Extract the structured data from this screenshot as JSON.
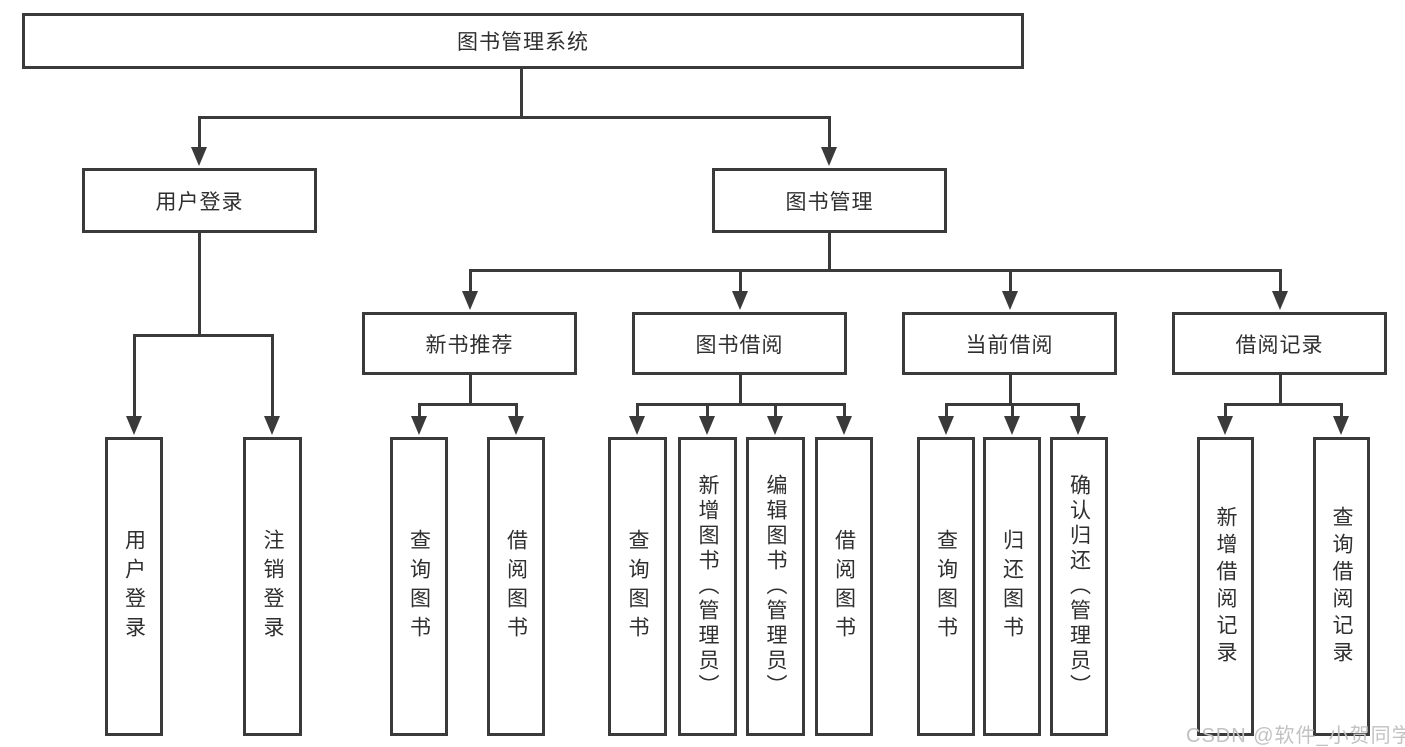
{
  "colors": {
    "line": "#3a3a3a",
    "box_border": "#3a3a3a",
    "text": "#2f2f2f",
    "watermark": "#c2c2c2",
    "background": "#ffffff"
  },
  "nodes": {
    "root": "图书管理系统",
    "user_login": "用户登录",
    "book_mgmt": "图书管理",
    "new_book_rec": "新书推荐",
    "book_borrowing": "图书借阅",
    "current_borrowing": "当前借阅",
    "borrowing_records": "借阅记录",
    "leaf_user_login": "用户登录",
    "leaf_logout": "注销登录",
    "leaf_nbr_search_book": "查询图书",
    "leaf_nbr_borrow_book": "借阅图书",
    "leaf_bb_search_book": "查询图书",
    "leaf_bb_add_book": "新增图书（管理员）",
    "leaf_bb_edit_book": "编辑图书（管理员）",
    "leaf_bb_borrow_book": "借阅图书",
    "leaf_cb_search_book": "查询图书",
    "leaf_cb_return_book": "归还图书",
    "leaf_cb_confirm_return": "确认归还（管理员）",
    "leaf_br_add_record": "新增借阅记录",
    "leaf_br_search_record": "查询借阅记录"
  },
  "watermark": "CSDN @软件_小贺同学"
}
